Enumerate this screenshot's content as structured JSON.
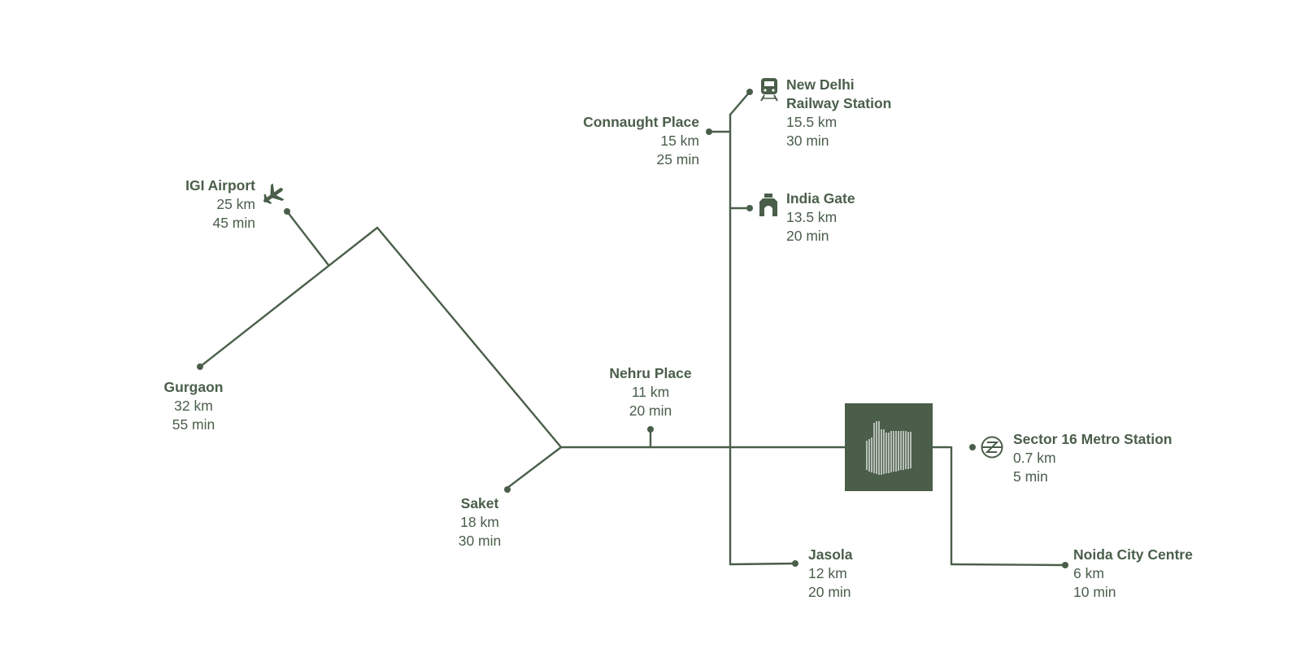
{
  "colors": {
    "line": "#4a5e4a",
    "project_box": "#4a5e4a",
    "background": "#ffffff"
  },
  "places": {
    "new_delhi_railway": {
      "name_line1": "New Delhi",
      "name_line2": "Railway Station",
      "distance": "15.5 km",
      "time": "30 min",
      "icon": "train-icon"
    },
    "connaught_place": {
      "name": "Connaught Place",
      "distance": "15 km",
      "time": "25 min"
    },
    "india_gate": {
      "name": "India Gate",
      "distance": "13.5 km",
      "time": "20 min",
      "icon": "india-gate-icon"
    },
    "igi_airport": {
      "name": "IGI Airport",
      "distance": "25 km",
      "time": "45 min",
      "icon": "airplane-icon"
    },
    "gurgaon": {
      "name": "Gurgaon",
      "distance": "32 km",
      "time": "55 min"
    },
    "nehru_place": {
      "name": "Nehru Place",
      "distance": "11 km",
      "time": "20 min"
    },
    "saket": {
      "name": "Saket",
      "distance": "18 km",
      "time": "30 min"
    },
    "sector16_metro": {
      "name": "Sector 16 Metro Station",
      "distance": "0.7 km",
      "time": "5 min",
      "icon": "metro-icon"
    },
    "jasola": {
      "name": "Jasola",
      "distance": "12 km",
      "time": "20 min"
    },
    "noida_city_centre": {
      "name": "Noida City Centre",
      "distance": "6 km",
      "time": "10 min"
    }
  },
  "project": {
    "icon": "building-icon"
  }
}
